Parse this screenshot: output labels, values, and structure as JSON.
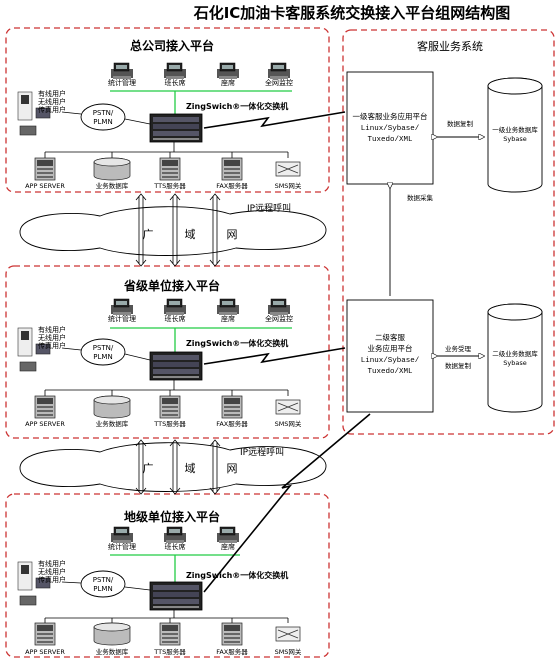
{
  "title": "石化IC加油卡客服系统交换接入平台组网结构图",
  "hq": {
    "title": "总公司接入平台",
    "terminals": [
      "统计管理",
      "班长席",
      "座席",
      "全网监控"
    ],
    "users": [
      "有线用户",
      "无线用户",
      "传真用户"
    ],
    "pstn": [
      "PSTN/",
      "PLMN"
    ],
    "switch": "ZingSwich®一体化交换机",
    "servers": [
      "APP SERVER",
      "业务数据库",
      "TTS服务器",
      "FAX服务器",
      "SMS网关"
    ]
  },
  "wan1": {
    "label": "IP远程呼叫",
    "chars": [
      "广",
      "域",
      "网"
    ]
  },
  "prov": {
    "title": "省级单位接入平台",
    "terminals": [
      "统计管理",
      "班长席",
      "座席",
      "全网监控"
    ],
    "users": [
      "有线用户",
      "无线用户",
      "传真用户"
    ],
    "pstn": [
      "PSTN/",
      "PLMN"
    ],
    "switch": "ZingSwich®一体化交换机",
    "servers": [
      "APP SERVER",
      "业务数据库",
      "TTS服务器",
      "FAX服务器",
      "SMS网关"
    ]
  },
  "wan2": {
    "label": "IP远程呼叫",
    "chars": [
      "广",
      "域",
      "网"
    ]
  },
  "city": {
    "title": "地级单位接入平台",
    "terminals": [
      "统计管理",
      "班长席",
      "座席"
    ],
    "users": [
      "有线用户",
      "无线用户",
      "传真用户"
    ],
    "pstn": [
      "PSTN/",
      "PLMN"
    ],
    "switch": "ZingSwich®一体化交换机",
    "servers": [
      "APP SERVER",
      "业务数据库",
      "TTS服务器",
      "FAX服务器",
      "SMS网关"
    ]
  },
  "service": {
    "title": "客服业务系统",
    "level1": [
      "一级客服业务应用平台",
      "Linux/Sybase/",
      "Tuxedo/XML"
    ],
    "level1_db": [
      "一级业务数据库",
      "Sybase"
    ],
    "replicate1": "数据复制",
    "collect": "数据采集",
    "level2": [
      "二级客服",
      "业务应用平台",
      "Linux/Sybase/",
      "Tuxedo/XML"
    ],
    "level2_db": [
      "二级业务数据库",
      "Sybase"
    ],
    "replicate2": [
      "业务受理",
      "数据复制"
    ]
  },
  "colors": {
    "dash_border": "#cc3333",
    "link_green": "#22cc44",
    "line": "#000000"
  }
}
